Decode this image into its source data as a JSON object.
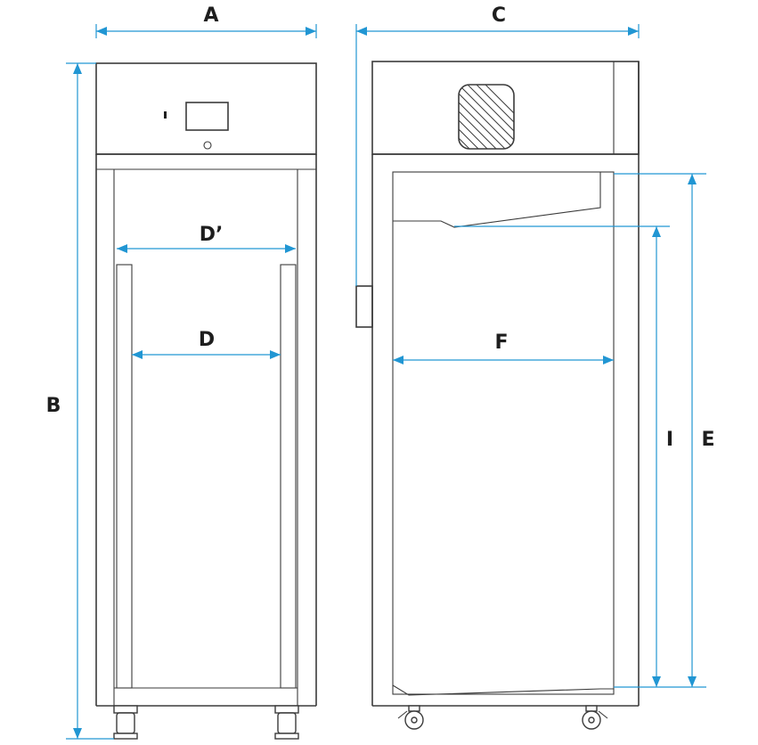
{
  "labels": {
    "a": "A",
    "b": "B",
    "c": "C",
    "d": "D",
    "d_prime": "D’",
    "e": "E",
    "f": "F",
    "i": "I"
  },
  "colors": {
    "dimension_line": "#2196d3",
    "outline": "#3b3b3b",
    "background": "#ffffff"
  },
  "icons": {
    "hatched_vent": "hatched-vent-icon",
    "caster_wheel": "caster-wheel-icon",
    "display_screen": "display-screen-icon",
    "power_button": "power-button-icon"
  }
}
